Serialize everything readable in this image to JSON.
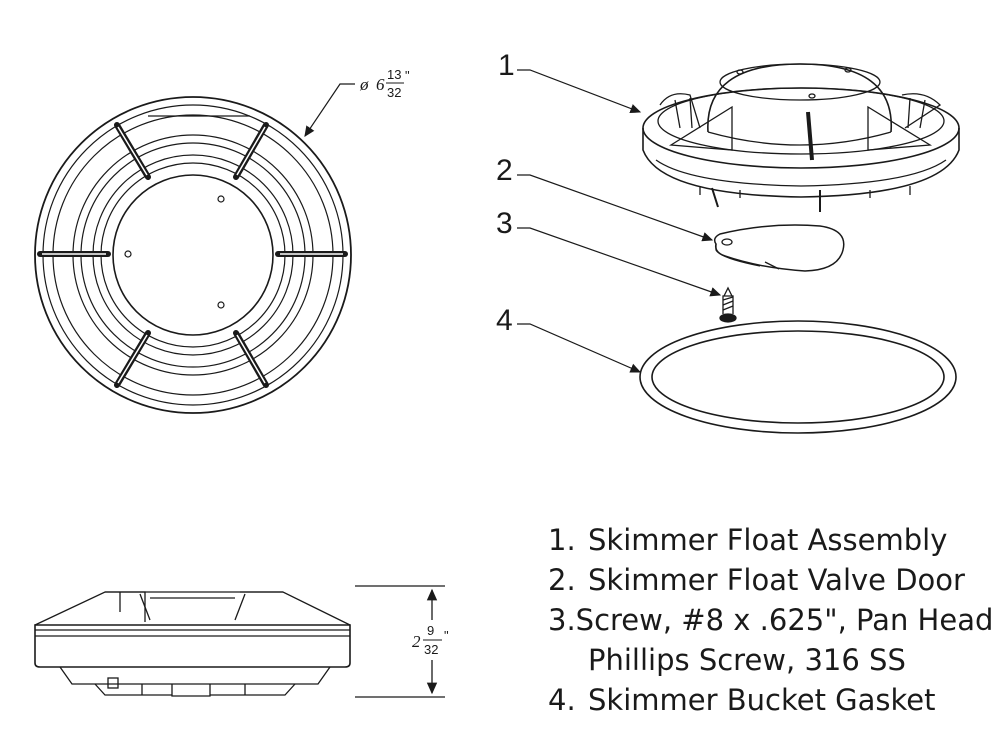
{
  "diameter_dimension": {
    "symbol": "ø",
    "whole": "6",
    "numerator": "13",
    "denominator": "32",
    "unit": "\""
  },
  "height_dimension": {
    "whole": "2",
    "numerator": "9",
    "denominator": "32",
    "unit": "\""
  },
  "callouts": [
    "1",
    "2",
    "3",
    "4"
  ],
  "parts": [
    {
      "number": "1.",
      "name": "Skimmer Float Assembly"
    },
    {
      "number": "2.",
      "name": "Skimmer Float Valve Door"
    },
    {
      "number": "3.",
      "name": "Screw, #8 x .625\", Pan Head",
      "continuation": "Phillips Screw, 316 SS"
    },
    {
      "number": "4.",
      "name": "Skimmer Bucket Gasket"
    }
  ]
}
